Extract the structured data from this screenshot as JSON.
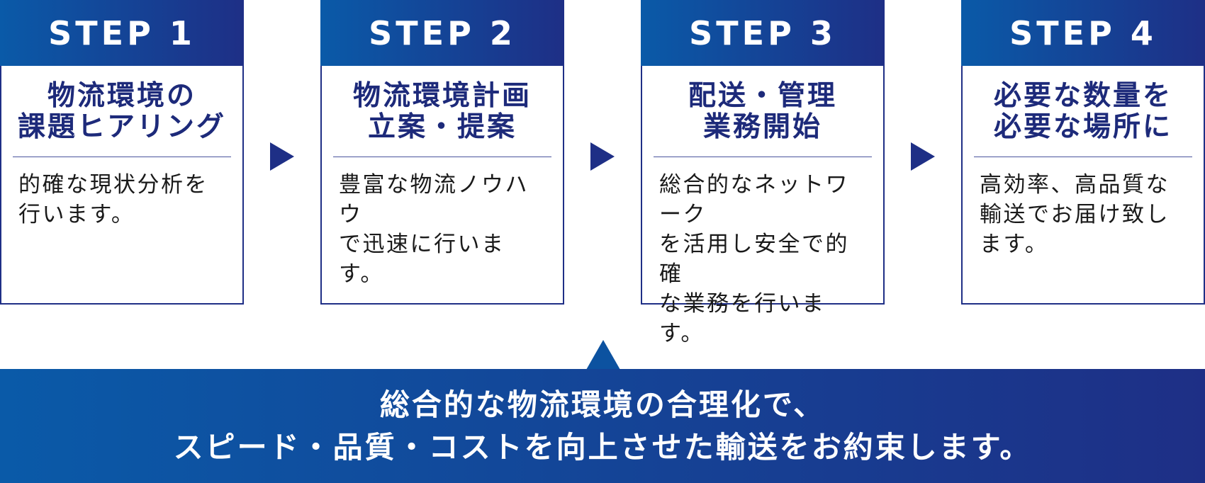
{
  "steps": [
    {
      "label": "STEP 1",
      "title_lines": [
        "物流環境の",
        "課題ヒアリング"
      ],
      "desc_lines": [
        "的確な現状分析を",
        "行います。"
      ]
    },
    {
      "label": "STEP 2",
      "title_lines": [
        "物流環境計画",
        "立案・提案"
      ],
      "desc_lines": [
        "豊富な物流ノウハウ",
        "で迅速に行います。"
      ]
    },
    {
      "label": "STEP 3",
      "title_lines": [
        "配送・管理",
        "業務開始"
      ],
      "desc_lines": [
        "総合的なネットワーク",
        "を活用し安全で的確",
        "な業務を行います。"
      ]
    },
    {
      "label": "STEP 4",
      "title_lines": [
        "必要な数量を",
        "必要な場所に"
      ],
      "desc_lines": [
        "高効率、高品質な",
        "輸送でお届け致し",
        "ます。"
      ]
    }
  ],
  "banner": {
    "line1": "総合的な物流環境の合理化で、",
    "line2": "スピード・品質・コストを向上させた輸送をお約束します。"
  },
  "colors": {
    "navy": "#1e2f86",
    "blue": "#0a5aa8"
  }
}
